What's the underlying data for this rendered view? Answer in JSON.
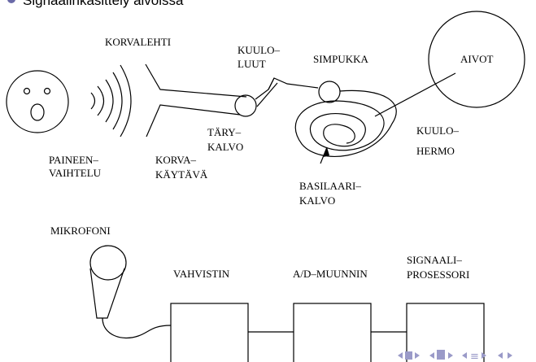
{
  "slide": {
    "heading": "Signaalinkäsittely aivoissa",
    "bullet_color": "#6a6aa8"
  },
  "ear": {
    "face_label_line1": "PAINEEN–",
    "face_label_line2": "VAIHTELU",
    "korvalehti": "KORVALEHTI",
    "korvakaytava_line1": "KORVA–",
    "korvakaytava_line2": "KÄYTÄVÄ",
    "taerykalvo_line1": "TÄRY–",
    "taerykalvo_line2": "KALVO",
    "kuuloluut_line1": "KUULO–",
    "kuuloluut_line2": "LUUT",
    "simpukka": "SIMPUKKA",
    "basilaari_line1": "BASILAARI–",
    "basilaari_line2": "KALVO",
    "kuulohermo_line1": "KUULO–",
    "kuulohermo_line2": "HERMO",
    "aivot": "AIVOT"
  },
  "device": {
    "mikrofoni": "MIKROFONI",
    "vahvistin": "VAHVISTIN",
    "ad_muunnin": "A/D–MUUNNIN",
    "signaaliprosessori_line1": "SIGNAALI–",
    "signaaliprosessori_line2": "PROSESSORI"
  },
  "nav_icons": [
    "nav-prev-frame-icon",
    "nav-next-frame-icon",
    "nav-prev-section-icon",
    "nav-next-section-icon",
    "nav-prev-subsection-icon",
    "nav-next-subsection-icon"
  ]
}
